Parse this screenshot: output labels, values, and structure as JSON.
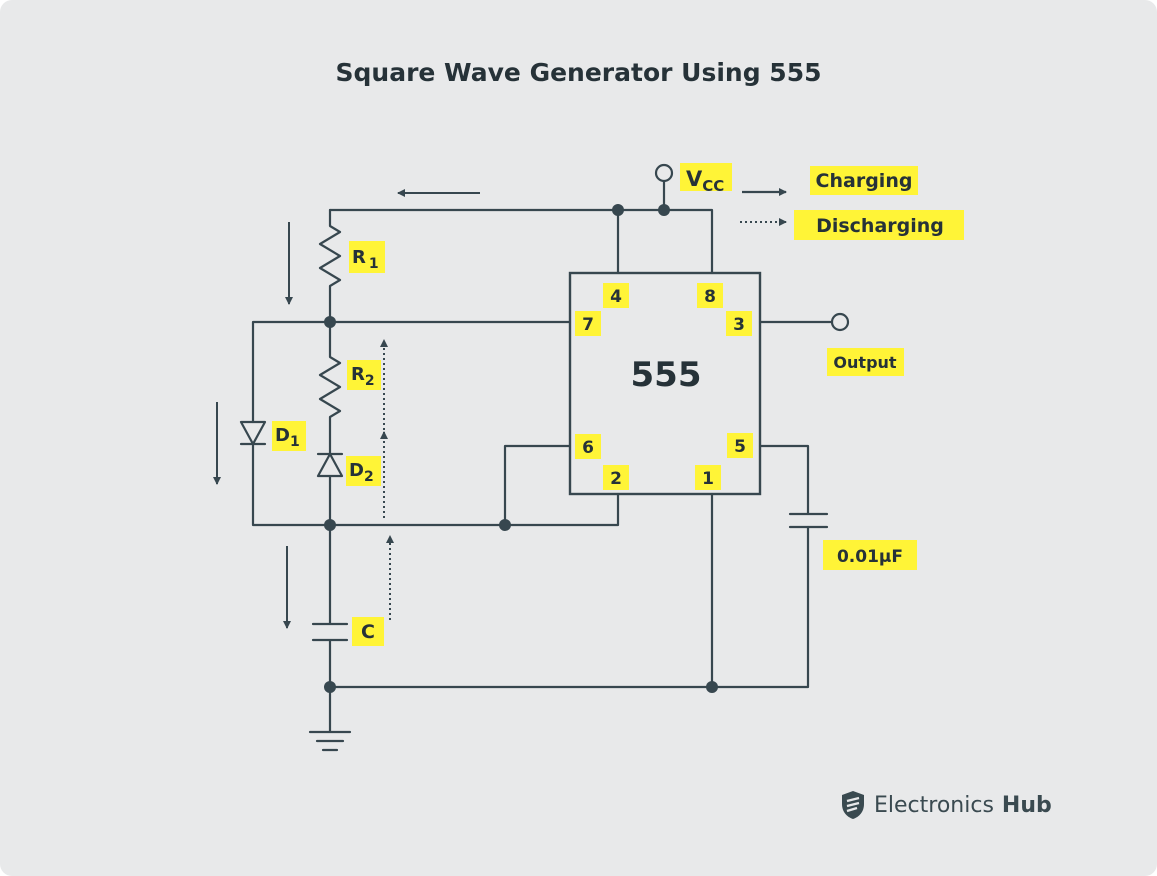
{
  "title": "Square Wave Generator Using 555",
  "chip_label": "555",
  "pins": [
    "4",
    "8",
    "7",
    "3",
    "6",
    "5",
    "2",
    "1"
  ],
  "supply": {
    "main": "V",
    "sub": "CC"
  },
  "legend": {
    "solid": "Charging",
    "dotted": "Discharging"
  },
  "output_label": "Output",
  "components": {
    "r1": {
      "main": "R",
      "sub": "1"
    },
    "r2": {
      "main": "R",
      "sub": "2"
    },
    "d1": {
      "main": "D",
      "sub": "1"
    },
    "d2": {
      "main": "D",
      "sub": "2"
    },
    "c": "C",
    "c_ctrl": "0.01µF"
  },
  "brand": {
    "part1": "Electronics",
    "part2": "Hub"
  },
  "colors": {
    "highlight": "#fff437",
    "wire": "#37474f",
    "background": "#e8e9ea"
  }
}
